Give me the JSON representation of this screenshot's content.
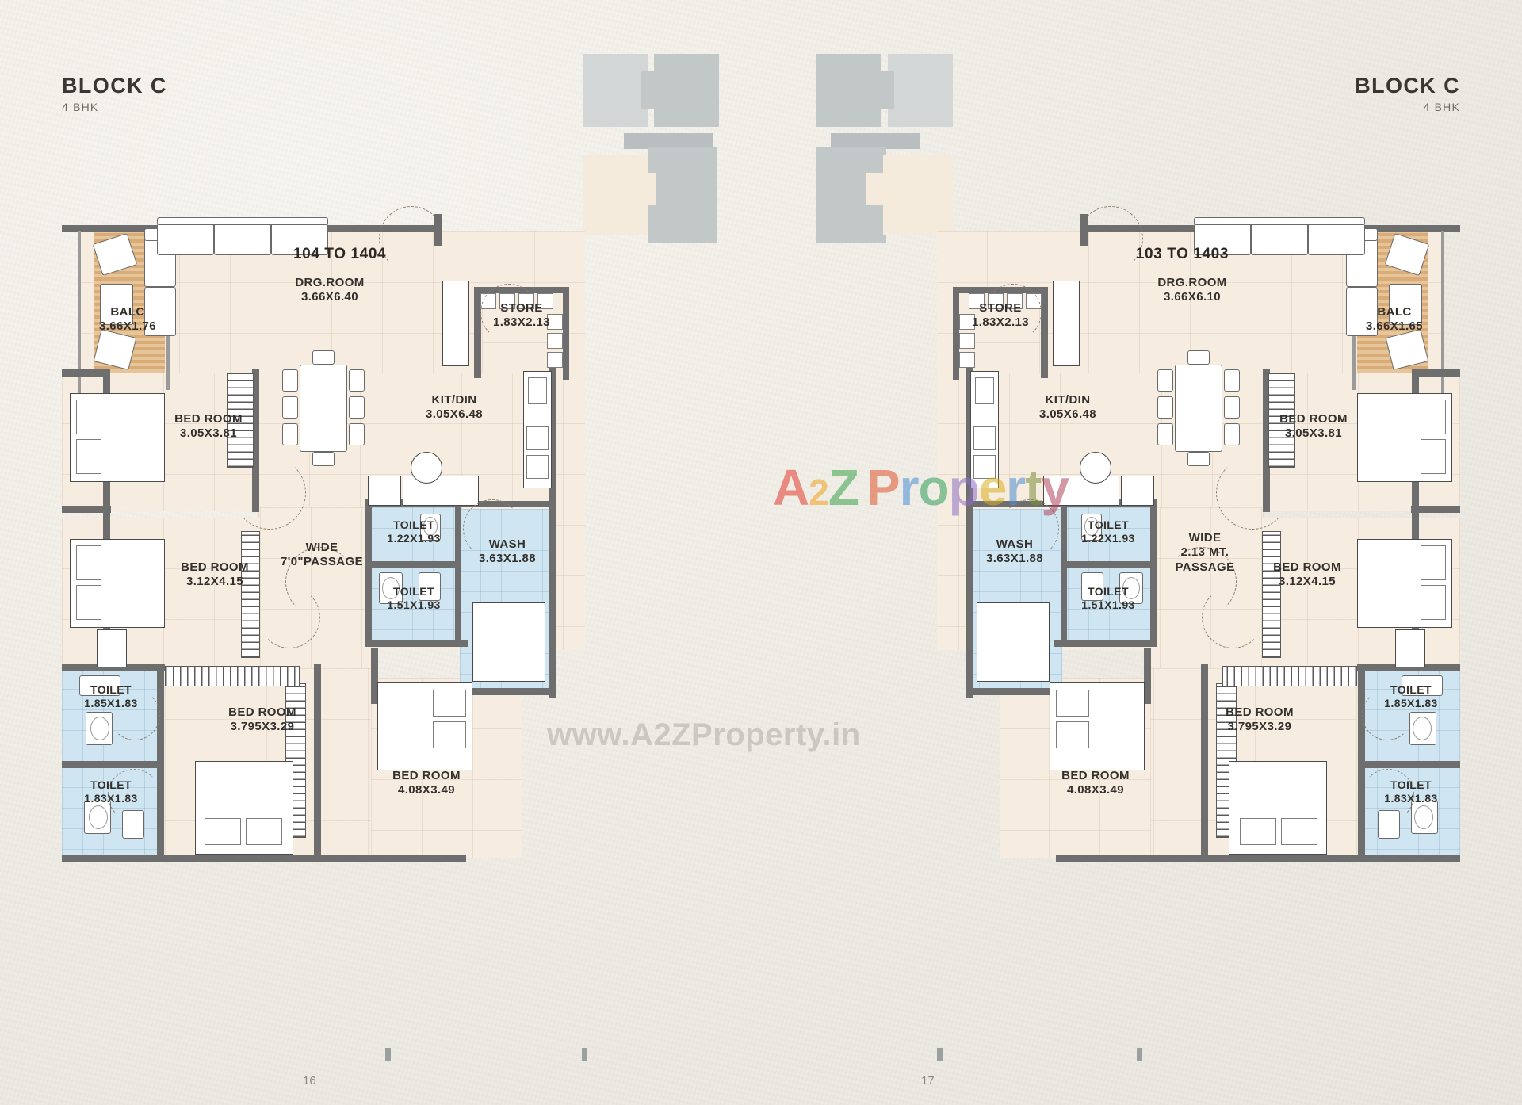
{
  "sheet": {
    "background_color": "#efece5",
    "wall_color": "#6e6e6e",
    "room_fill": "#f7ece0",
    "wet_fill": "#cfe6f2",
    "wood_fill": "#d9ab77"
  },
  "left": {
    "block_title": "BLOCK C",
    "block_sub": "4 BHK",
    "unit_no": "104 TO 1404",
    "page_number": "16",
    "rooms": [
      {
        "name": "DRG.ROOM",
        "dim": "3.66X6.40"
      },
      {
        "name": "BALC",
        "dim": "3.66X1.76"
      },
      {
        "name": "STORE",
        "dim": "1.83X2.13"
      },
      {
        "name": "KIT/DIN",
        "dim": "3.05X6.48"
      },
      {
        "name": "BED ROOM",
        "dim": "3.05X3.81"
      },
      {
        "name": "BED ROOM",
        "dim": "3.12X4.15"
      },
      {
        "name": "BED ROOM",
        "dim": "3.795X3.29"
      },
      {
        "name": "BED ROOM",
        "dim": "4.08X3.49"
      },
      {
        "name": "TOILET",
        "dim": "1.22X1.93"
      },
      {
        "name": "TOILET",
        "dim": "1.51X1.93"
      },
      {
        "name": "TOILET",
        "dim": "1.85X1.83"
      },
      {
        "name": "TOILET",
        "dim": "1.83X1.83"
      },
      {
        "name": "WASH",
        "dim": "3.63X1.88"
      }
    ],
    "passage": {
      "line1": "WIDE",
      "line2": "7'0\"PASSAGE"
    }
  },
  "right": {
    "block_title": "BLOCK C",
    "block_sub": "4 BHK",
    "unit_no": "103 TO 1403",
    "page_number": "17",
    "rooms": [
      {
        "name": "DRG.ROOM",
        "dim": "3.66X6.10"
      },
      {
        "name": "BALC",
        "dim": "3.66X1.65"
      },
      {
        "name": "STORE",
        "dim": "1.83X2.13"
      },
      {
        "name": "KIT/DIN",
        "dim": "3.05X6.48"
      },
      {
        "name": "BED ROOM",
        "dim": "3.05X3.81"
      },
      {
        "name": "BED ROOM",
        "dim": "3.12X4.15"
      },
      {
        "name": "BED ROOM",
        "dim": "3.795X3.29"
      },
      {
        "name": "BED ROOM",
        "dim": "4.08X3.49"
      },
      {
        "name": "TOILET",
        "dim": "1.22X1.93"
      },
      {
        "name": "TOILET",
        "dim": "1.51X1.93"
      },
      {
        "name": "TOILET",
        "dim": "1.85X1.83"
      },
      {
        "name": "TOILET",
        "dim": "1.83X1.83"
      },
      {
        "name": "WASH",
        "dim": "3.63X1.88"
      }
    ],
    "passage": {
      "line1": "WIDE",
      "line2": "2.13 MT.",
      "line3": "PASSAGE"
    }
  },
  "watermark": {
    "logo_a": "A",
    "logo_2": "2",
    "logo_z": "Z",
    "logo_word": "Property",
    "url": "www.A2ZProperty.in",
    "colors": {
      "a": "#e33b2e",
      "two": "#f0a21e",
      "z": "#3aa24c",
      "p": "#e0542f",
      "r": "#4a8fd4",
      "o": "#2f9e5a",
      "p2": "#8d6fc4",
      "e": "#d9b020",
      "r2": "#4a8fd4",
      "t": "#7b8f3a",
      "y": "#b0435f"
    }
  }
}
